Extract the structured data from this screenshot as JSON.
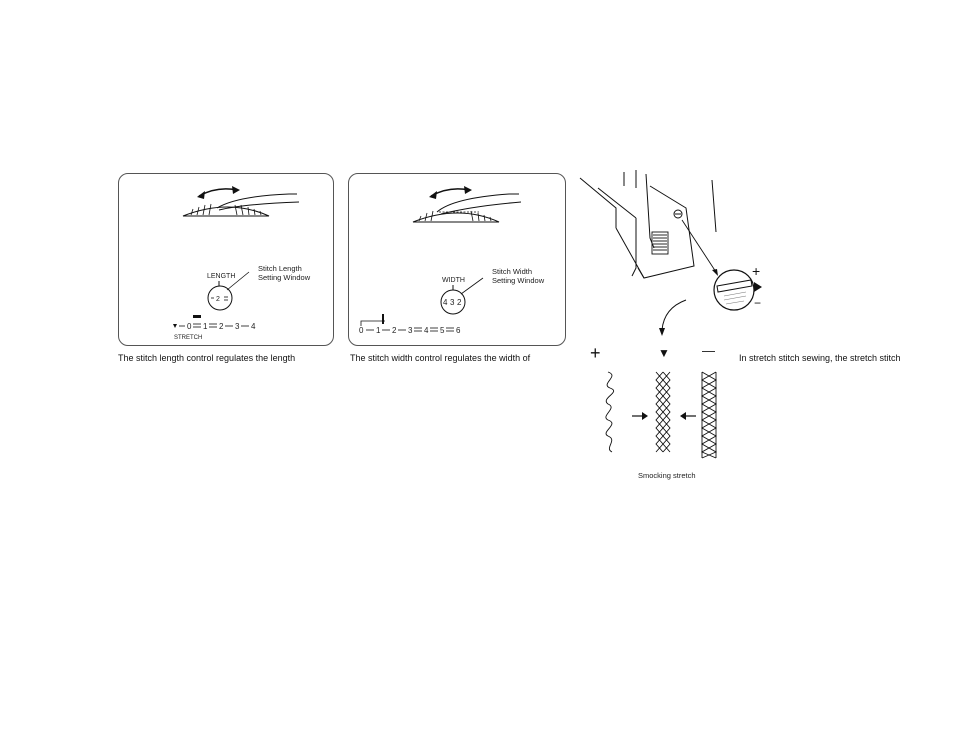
{
  "length_panel": {
    "dial_label": "LENGTH",
    "window_label_line1": "Stitch Length",
    "window_label_line2": "Setting Window",
    "dial_value": "2",
    "scale": [
      "0",
      "1",
      "2",
      "3",
      "4"
    ],
    "stretch_label": "STRETCH",
    "caption": "The stitch length control regulates the length"
  },
  "width_panel": {
    "dial_label": "WIDTH",
    "window_label_line1": "Stitch Width",
    "window_label_line2": "Setting Window",
    "dial_values": [
      "4",
      "3",
      "2"
    ],
    "scale": [
      "0",
      "1",
      "2",
      "3",
      "4",
      "5",
      "6"
    ],
    "caption": "The stitch width control regulates the width of"
  },
  "stretch_figure": {
    "minus_mark": "⊖",
    "plus_sign": "+",
    "minus_sign": "−",
    "pattern_plus": "+",
    "pattern_arrow": "▼",
    "pattern_minus": "—",
    "pattern_caption": "Smocking stretch",
    "caption": "In stretch stitch sewing, the stretch stitch"
  }
}
